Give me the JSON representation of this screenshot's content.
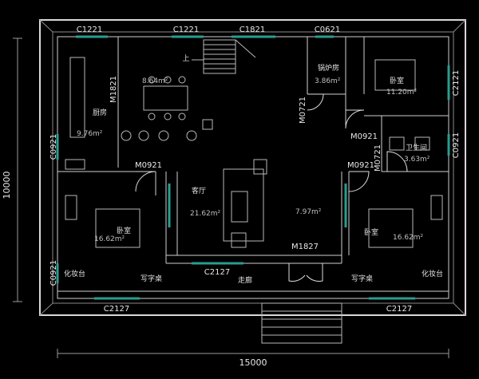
{
  "dimensions": {
    "width": "15000",
    "height": "10000"
  },
  "windows": {
    "top": [
      "C1221",
      "C1221",
      "C1821",
      "C0621"
    ],
    "right": [
      "C2121",
      "C0921"
    ],
    "left": [
      "M1821",
      "C0921",
      "C0921"
    ],
    "bottom": [
      "C2127",
      "C2127",
      "C2127"
    ]
  },
  "doors": {
    "d1": "M0721",
    "d2": "M0921",
    "d3": "M0921",
    "d4": "M0921",
    "d5": "M0721",
    "entry": "M1827"
  },
  "stair_label": "上",
  "rooms": {
    "dining": {
      "area": "8.64m²"
    },
    "kitchen": {
      "name": "厨房",
      "area": "9.76m²"
    },
    "boiler": {
      "name": "锅炉房",
      "area": "3.86m²"
    },
    "bedroom_ne": {
      "name": "卧室",
      "area": "11.20m²"
    },
    "bath": {
      "name": "卫生间",
      "area": "3.63m²"
    },
    "living": {
      "name": "客厅",
      "area": "21.62m²"
    },
    "hall": {
      "area": "7.97m²"
    },
    "bedroom_w": {
      "name": "卧室",
      "area": "16.62m²"
    },
    "bedroom_e": {
      "name": "卧室",
      "area": "16.62m²"
    },
    "corridor": {
      "name": "走廊"
    }
  },
  "furniture_labels": {
    "vanity_w": "化妆台",
    "desk_w": "写字桌",
    "desk_e": "写字桌",
    "vanity_e": "化妆台"
  }
}
